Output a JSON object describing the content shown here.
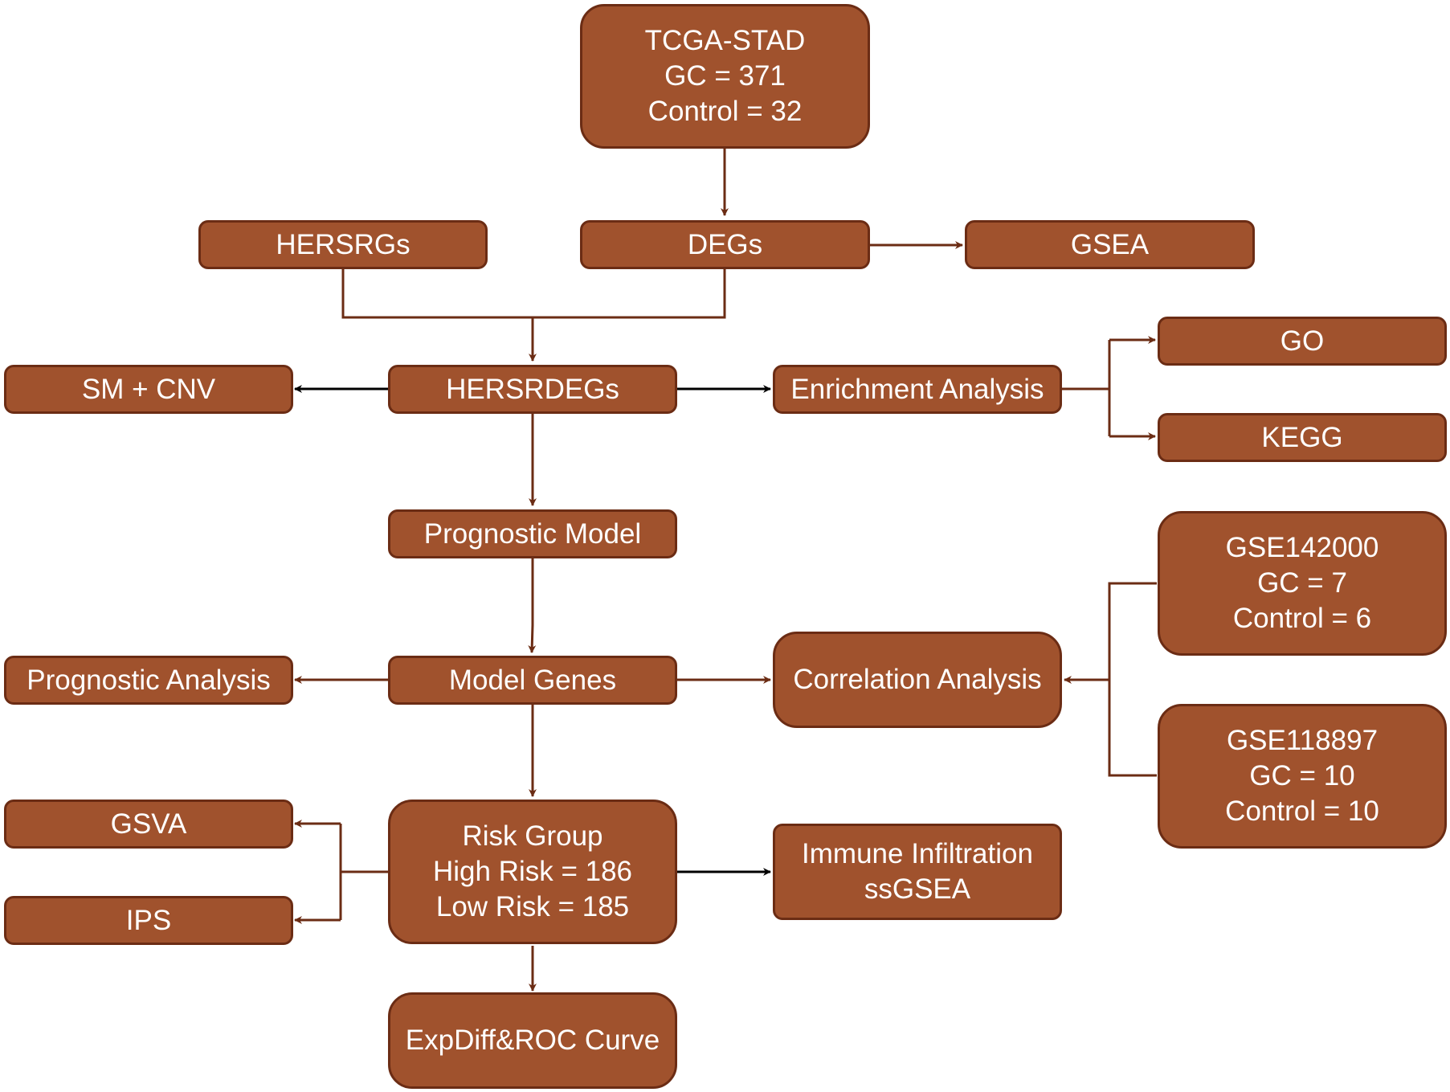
{
  "colors": {
    "box_fill": "#a0522d",
    "box_border": "#6b2c14",
    "box_text": "#ffffff",
    "arrow_brown": "#6b2c14",
    "arrow_black": "#000000"
  },
  "nodes": {
    "tcga": {
      "lines": [
        "TCGA-STAD",
        "GC = 371",
        "Control = 32"
      ]
    },
    "hersrgs": {
      "lines": [
        "HERSRGs"
      ]
    },
    "degs": {
      "lines": [
        "DEGs"
      ]
    },
    "gsea": {
      "lines": [
        "GSEA"
      ]
    },
    "go": {
      "lines": [
        "GO"
      ]
    },
    "smcnv": {
      "lines": [
        "SM + CNV"
      ]
    },
    "hersrdegs": {
      "lines": [
        "HERSRDEGs"
      ]
    },
    "enrichment": {
      "lines": [
        "Enrichment Analysis"
      ]
    },
    "kegg": {
      "lines": [
        "KEGG"
      ]
    },
    "prognostic_model": {
      "lines": [
        "Prognostic Model"
      ]
    },
    "gse142000": {
      "lines": [
        "GSE142000",
        "GC = 7",
        "Control = 6"
      ]
    },
    "prognostic_analysis": {
      "lines": [
        "Prognostic Analysis"
      ]
    },
    "model_genes": {
      "lines": [
        "Model Genes"
      ]
    },
    "correlation": {
      "lines": [
        "Correlation Analysis"
      ]
    },
    "gse118897": {
      "lines": [
        "GSE118897",
        "GC = 10",
        "Control = 10"
      ]
    },
    "gsva": {
      "lines": [
        "GSVA"
      ]
    },
    "risk_group": {
      "lines": [
        "Risk Group",
        "High Risk = 186",
        "Low Risk = 185"
      ]
    },
    "immune": {
      "lines": [
        "Immune Infiltration",
        "ssGSEA"
      ]
    },
    "ips": {
      "lines": [
        "IPS"
      ]
    },
    "expdiff": {
      "lines": [
        "ExpDiff&ROC Curve"
      ]
    }
  }
}
